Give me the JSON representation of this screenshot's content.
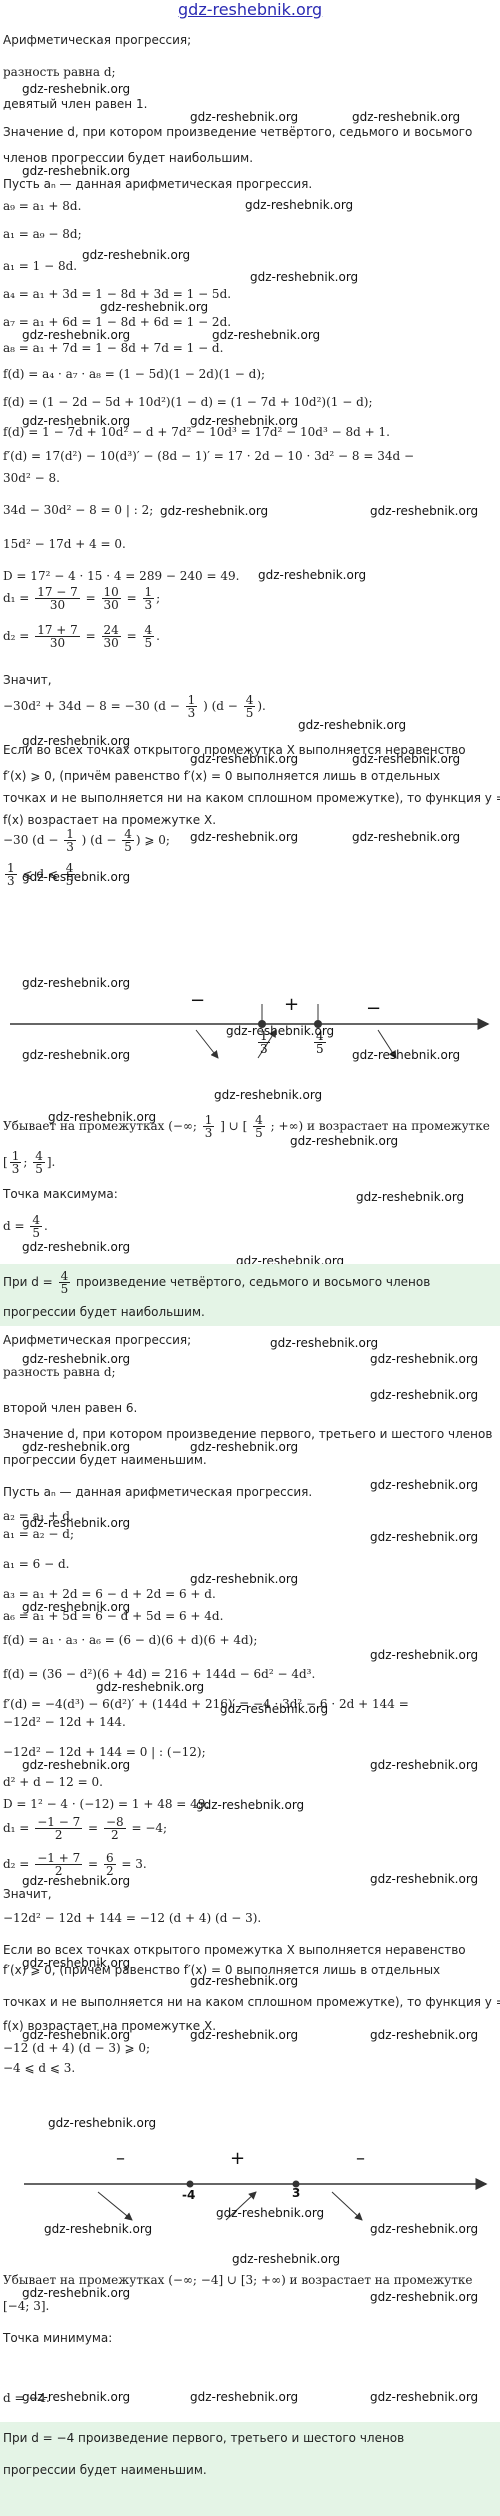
{
  "watermark": "gdz-reshebnik.org",
  "header": {
    "title": "gdz-reshebnik.org"
  },
  "part1": {
    "l1": "Арифметическая прогрессия;",
    "l2": "разность равна d;",
    "l3": "девятый член равен 1.",
    "l4": "Значение d, при котором произведение четвёртого, седьмого и восьмого",
    "l5": "членов прогрессии будет наибольшим.",
    "l6": "Пусть aₙ — данная арифметическая прогрессия.",
    "e1": "a₉ = a₁ + 8d.",
    "e2": "a₁ = a₉ − 8d;",
    "e3": "a₁ = 1 − 8d.",
    "e4": "a₄ = a₁ + 3d = 1 − 8d + 3d = 1 − 5d.",
    "e5": "a₇ = a₁ + 6d = 1 − 8d + 6d = 1 − 2d.",
    "e6": "a₈ = a₁ + 7d = 1 − 8d + 7d = 1 − d.",
    "e7": "f(d) = a₄ · a₇ · a₈ = (1 − 5d)(1 − 2d)(1 − d);",
    "e8": "f(d) = (1 − 2d − 5d + 10d²)(1 − d) = (1 − 7d + 10d²)(1 − d);",
    "e9": "f(d) = 1 − 7d + 10d² − d + 7d² − 10d³ = 17d² − 10d³ − 8d + 1.",
    "e10": "f′(d) = 17(d²) − 10(d³)′ − (8d − 1)′ = 17 · 2d − 10 · 3d² − 8 = 34d −",
    "e11": "30d² − 8.",
    "e12": "34d − 30d² − 8 = 0 | : 2;",
    "e13": "15d² − 17d + 4 = 0.",
    "e14": "D = 17² − 4 · 15 · 4 = 289 − 240 = 49.",
    "d1_lhs": "d₁ =",
    "d1_num": "17 − 7",
    "d1_den": "30",
    "d1_mid": "=",
    "d1_num2": "10",
    "d1_den2": "30",
    "d1_eq": "=",
    "d1_num3": "1",
    "d1_den3": "3",
    "d1_end": ";",
    "d2_lhs": "d₂ =",
    "d2_num": "17 + 7",
    "d2_den": "30",
    "d2_mid": "=",
    "d2_num2": "24",
    "d2_den2": "30",
    "d2_eq": "=",
    "d2_num3": "4",
    "d2_den3": "5",
    "d2_end": ".",
    "znachit": "Значит,",
    "fac_a": "−30d² + 34d − 8 = −30 (d −",
    "fac_n1": "1",
    "fac_d1": "3",
    "fac_b": ") (d −",
    "fac_n2": "4",
    "fac_d2": "5",
    "fac_c": ").",
    "rule1": "Если во всех точках открытого промежутка X выполняется неравенство",
    "rule2": "f′(x) ⩾ 0, (причём равенство f′(x) = 0 выполняется лишь в отдельных",
    "rule3": "точках и не выполняется ни на каком сплошном промежутке), то функция y =",
    "rule4": "f(x) возрастает на промежутке X.",
    "ineq_a": "−30 (d −",
    "ineq_n1": "1",
    "ineq_d1": "3",
    "ineq_b": ") (d −",
    "ineq_n2": "4",
    "ineq_d2": "5",
    "ineq_c": ") ⩾ 0;",
    "rng_n1": "1",
    "rng_d1": "3",
    "rng_mid": "⩽ d ⩽",
    "rng_n2": "4",
    "rng_d2": "5",
    "rng_end": ".",
    "nl_minus1": "−",
    "nl_plus": "+",
    "nl_minus2": "−",
    "nl_t1n": "1",
    "nl_t1d": "3",
    "nl_t2n": "4",
    "nl_t2d": "5",
    "dec_a": "Убывает на промежутках (−∞;",
    "dec_n1": "1",
    "dec_d1": "3",
    "dec_b": "] ∪ [",
    "dec_n2": "4",
    "dec_d2": "5",
    "dec_c": "; +∞) и возрастает на промежутке",
    "inc_a": "[",
    "inc_n1": "1",
    "inc_d1": "3",
    "inc_b": ";",
    "inc_n2": "4",
    "inc_d2": "5",
    "inc_c": "].",
    "maxpt": "Точка максимума:",
    "dmax_a": "d =",
    "dmax_n": "4",
    "dmax_d": "5",
    "dmax_end": ".",
    "ans_a": "При d =",
    "ans_n": "4",
    "ans_d": "5",
    "ans_b": "произведение четвёртого, седьмого и восьмого членов",
    "ans_c": "прогрессии будет наибольшим."
  },
  "part2": {
    "l1": "Арифметическая прогрессия;",
    "l2": "разность равна d;",
    "l3": "второй член равен 6.",
    "l4": "Значение d, при котором произведение первого, третьего и шестого членов",
    "l5": "прогрессии будет наименьшим.",
    "l6": "Пусть aₙ — данная арифметическая прогрессия.",
    "e1": "a₂ = a₁ + d.",
    "e2": "a₁ = a₂ − d;",
    "e3": "a₁ = 6 − d.",
    "e4": "a₃ = a₁ + 2d = 6 − d + 2d = 6 + d.",
    "e5": "a₆ = a₁ + 5d = 6 − d + 5d = 6 + 4d.",
    "e6": "f(d) = a₁ · a₃ · a₆ = (6 − d)(6 + d)(6 + 4d);",
    "e7": "f(d) = (36 − d²)(6 + 4d) = 216 + 144d − 6d² − 4d³.",
    "e8": "f′(d) = −4(d³) − 6(d²)′ + (144d + 216)′ = −4 · 3d² − 6 · 2d + 144 =",
    "e9": "−12d² − 12d + 144.",
    "e10": "−12d² − 12d + 144 = 0 | : (−12);",
    "e11": "d² + d − 12 = 0.",
    "e12": "D = 1² − 4 · (−12) = 1 + 48 = 49.",
    "d1_lhs": "d₁ =",
    "d1_num": "−1 − 7",
    "d1_den": "2",
    "d1_mid": "=",
    "d1_num2": "−8",
    "d1_den2": "2",
    "d1_end": "= −4;",
    "d2_lhs": "d₂ =",
    "d2_num": "−1 + 7",
    "d2_den": "2",
    "d2_mid": "=",
    "d2_num2": "6",
    "d2_den2": "2",
    "d2_end": "= 3.",
    "znachit": "Значит,",
    "fac": "−12d² − 12d + 144 = −12 (d + 4) (d − 3).",
    "rule1": "Если во всех точках открытого промежутка X выполняется неравенство",
    "rule2": "f′(x) ⩾ 0, (причём равенство f′(x) = 0 выполняется лишь в отдельных",
    "rule3": "точках и не выполняется ни на каком сплошном промежутке), то функция y =",
    "rule4": "f(x) возрастает на промежутке X.",
    "ineq": "−12 (d + 4) (d − 3) ⩾ 0;",
    "rng": "−4 ⩽ d ⩽ 3.",
    "nl_minus1": "–",
    "nl_plus": "+",
    "nl_minus2": "–",
    "nl_t1": "-4",
    "nl_t2": "3",
    "dec": "Убывает на промежутках (−∞; −4] ∪ [3; +∞) и возрастает на промежутке",
    "inc": "[−4; 3].",
    "minpt": "Точка минимума:",
    "dmin": "d = −4.",
    "ans1": "При d = −4 произведение первого, третьего и шестого членов",
    "ans2": "прогрессии будет наименьшим."
  }
}
